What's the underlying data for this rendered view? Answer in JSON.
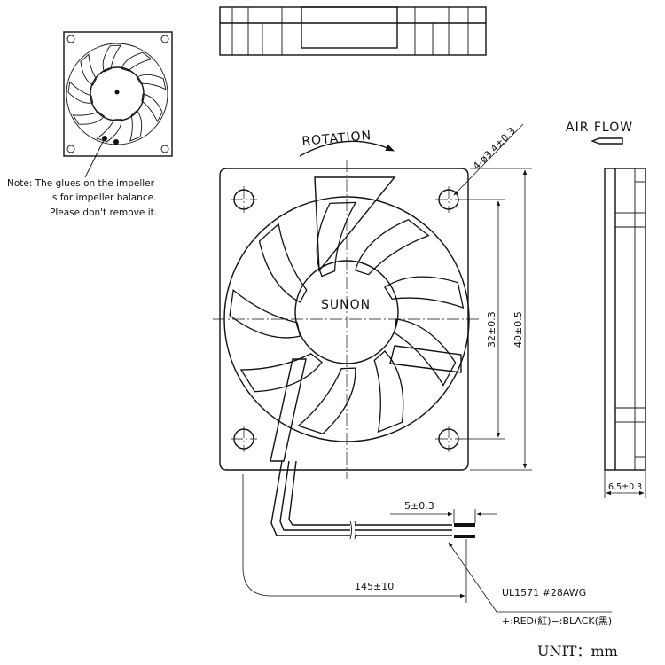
{
  "note": {
    "line1": "Note: The glues on the impeller",
    "line2": "is for impeller balance.",
    "line3": "Please don't remove it."
  },
  "labels": {
    "rotation": "ROTATION",
    "air_flow": "AIR FLOW",
    "brand": "SUNON",
    "hole_spec": "4-ø3.4±0.3",
    "dim_hole_pitch": "32±0.3",
    "dim_frame": "40±0.5",
    "dim_thickness": "6.5±0.3",
    "dim_strip": "5±0.3",
    "dim_lead": "145±10",
    "wire_spec": "UL1571  #28AWG",
    "wire_colors": "+:RED(紅)−:BLACK(黑)",
    "unit": "UNIT：mm"
  }
}
